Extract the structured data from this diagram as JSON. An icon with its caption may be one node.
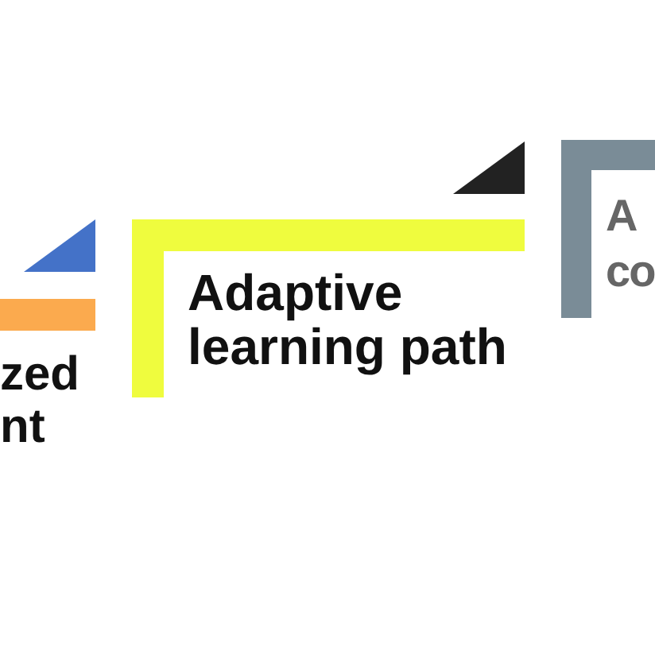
{
  "diagram": {
    "nodes": [
      {
        "text": [
          "zed nt"
        ]
      },
      {
        "text": [
          "Adaptive learning path"
        ]
      },
      {
        "text": [
          "A co"
        ]
      }
    ]
  }
}
